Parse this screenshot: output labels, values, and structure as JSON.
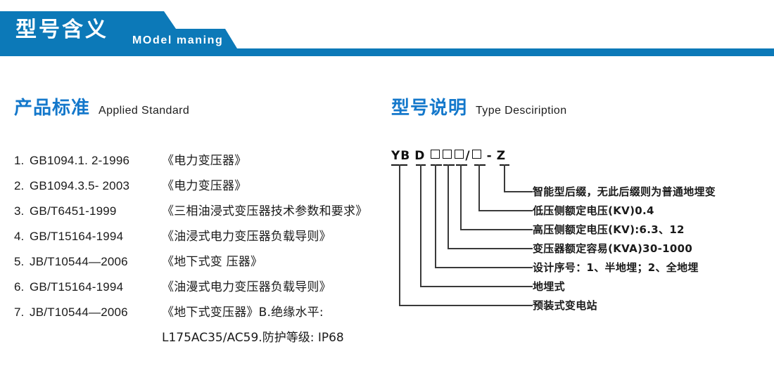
{
  "banner": {
    "title": "型号含义",
    "subtitle": "MOdel maning",
    "color": "#0C79B8"
  },
  "sections": {
    "applied_standard": {
      "cn": "产品标准",
      "en": "Applied Standard",
      "accent": "#1478CB"
    },
    "type_description": {
      "cn": "型号说明",
      "en": "Type Desciription",
      "accent": "#1478CB"
    }
  },
  "standards": [
    {
      "num": "1.",
      "code": "GB1094.1. 2-1996",
      "name": "《电力变压器》"
    },
    {
      "num": "2.",
      "code": "GB1094.3.5- 2003",
      "name": "《电力变压器》"
    },
    {
      "num": "3.",
      "code": "GB/T6451-1999",
      "name": "《三相油浸式变压器技术参数和要求》"
    },
    {
      "num": "4.",
      "code": "GB/T15164-1994",
      "name": "《油浸式电力变压器负载导则》"
    },
    {
      "num": "5.",
      "code": "JB/T10544—2006",
      "name": "《地下式变 压器》"
    },
    {
      "num": "6.",
      "code": "GB/T15164-1994",
      "name": "《油漫式电力变压器负载导则》"
    },
    {
      "num": "7.",
      "code": "JB/T10544—2006",
      "name": "《地下式变压器》B.绝缘水平:"
    }
  ],
  "standards_continuation": "L175AC35/AC59.防护等级: IP68",
  "model_code": {
    "tokens": [
      "YB",
      "D",
      "□",
      "□",
      "□",
      "/",
      "□",
      "-",
      "Z"
    ],
    "display": "YB D □□□/□ - Z"
  },
  "type_labels": [
    "智能型后缀，无此后缀则为普通地埋变",
    "低压侧额定电压(KV)0.4",
    "高压侧额定电压(KV):6.3、12",
    "变压器额定容易(KVA)30-1000",
    "设计序号：1、半地埋；2、全地埋",
    "地埋式",
    "预装式变电站"
  ]
}
